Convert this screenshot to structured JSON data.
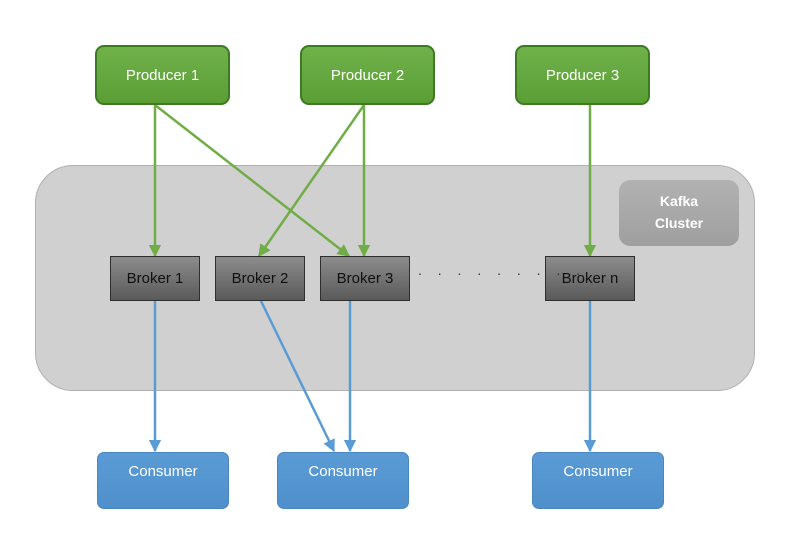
{
  "producers": [
    {
      "label": "Producer 1"
    },
    {
      "label": "Producer 2"
    },
    {
      "label": "Producer 3"
    }
  ],
  "cluster": {
    "label": "Kafka\nCluster"
  },
  "brokers": [
    {
      "label": "Broker 1"
    },
    {
      "label": "Broker 2"
    },
    {
      "label": "Broker 3"
    },
    {
      "label": "Broker n"
    }
  ],
  "ellipsis": ". . . . . . . . .",
  "consumers": [
    {
      "label": "Consumer"
    },
    {
      "label": "Consumer"
    },
    {
      "label": "Consumer"
    }
  ],
  "colors": {
    "producer": "#70ad47",
    "producer_arrow": "#70ad47",
    "consumer": "#5b9bd5",
    "consumer_arrow": "#5b9bd5",
    "broker": "#7f7f7f",
    "cluster": "#d0d0d0"
  },
  "edges": [
    {
      "from": "producer-1",
      "to": "broker-1"
    },
    {
      "from": "producer-1",
      "to": "broker-3"
    },
    {
      "from": "producer-2",
      "to": "broker-2"
    },
    {
      "from": "producer-2",
      "to": "broker-3"
    },
    {
      "from": "producer-3",
      "to": "broker-n"
    },
    {
      "from": "broker-1",
      "to": "consumer-1"
    },
    {
      "from": "broker-2",
      "to": "consumer-2"
    },
    {
      "from": "broker-3",
      "to": "consumer-2"
    },
    {
      "from": "broker-n",
      "to": "consumer-3"
    }
  ]
}
